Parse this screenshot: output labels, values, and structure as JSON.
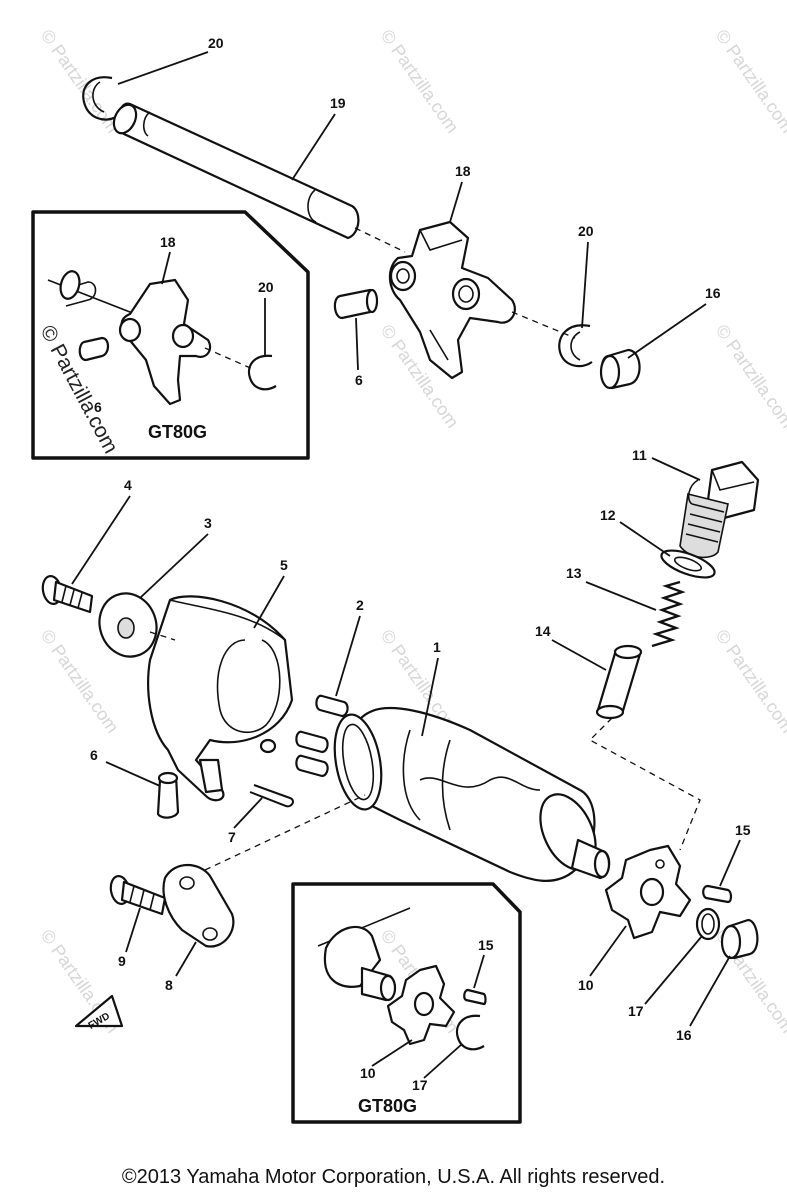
{
  "diagram": {
    "callouts": [
      "20",
      "19",
      "18",
      "20",
      "16",
      "6",
      "11",
      "12",
      "13",
      "14",
      "4",
      "3",
      "5",
      "2",
      "1",
      "6",
      "7",
      "15",
      "9",
      "8",
      "10",
      "17",
      "16"
    ],
    "inset_upper": {
      "label": "GT80G",
      "callouts": [
        "18",
        "20",
        "6"
      ]
    },
    "inset_lower": {
      "label": "GT80G",
      "callouts": [
        "15",
        "10",
        "17"
      ]
    },
    "fwd_label": "FWD",
    "watermark": "© Partzilla.com",
    "watermark_vertical": "© Partzilla.com"
  },
  "footer": {
    "copyright": "©2013 Yamaha Motor Corporation, U.S.A. All rights reserved."
  }
}
